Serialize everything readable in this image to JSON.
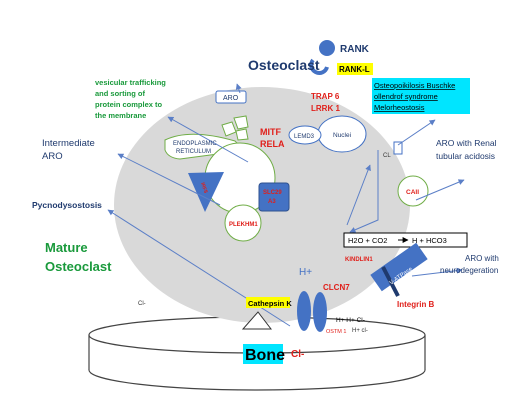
{
  "header": {
    "osteoclast": "Osteoclast",
    "rank": "RANK",
    "rankl": "RANK-L"
  },
  "labels": {
    "vesicular": [
      "vesicular trafficking",
      "and sorting of",
      "protein complex to",
      "the membrane"
    ],
    "intermediate_aro": [
      "Intermediate",
      "ARO"
    ],
    "pycnodysostosis": "Pycnodysostosis",
    "mature_osteoclast": [
      "Mature",
      "Osteoclast"
    ],
    "aro_box": "ARO",
    "trap6": "TRAP 6",
    "lrrk1": "LRRK 1",
    "disease_link": [
      "Osteopoikilosis Buschke",
      "ollendrof syndrome",
      "Melorheostosis"
    ],
    "aro_renal": [
      "ARO with Renal",
      "tubular acidosis"
    ],
    "er": [
      "ENDOPLASMIC",
      "RETICULUM"
    ],
    "mitf": "MITF",
    "rela": "RELA",
    "lemd3": "LEMD3",
    "nuclei": "Nuclei",
    "cl_small": "CL",
    "slc29a3": [
      "SLC29",
      "A3"
    ],
    "plekhm1": "PLEKHM1",
    "er_protein": "IRF8",
    "caii": "CAII",
    "reaction": "H2O + CO2",
    "reaction_product": "H + HCO3",
    "kindlin1": "KINDLIN1",
    "hplus": "H+",
    "clcn7": "CLCN7",
    "vatpase": "V-ATPase",
    "aro_neuro": [
      "ARO with",
      "neurodegeration"
    ],
    "integrin_b": "Integrin B",
    "cathepsin_k": "Cathepsin K",
    "cl_minus_left": "Cl-",
    "ions": "H+ H+ Cl-",
    "ions2": "H+  cl-",
    "ostm1": "OSTM 1",
    "bone": "Bone",
    "cl_minus_bottom": "Cl-"
  },
  "colors": {
    "cell": "#d9d9d9",
    "blue_text": "#1f3a6e",
    "red_text": "#e0201b",
    "green_text": "#1a9a3c",
    "organelle_blue": "#4472c4",
    "yellow": "#ffff00",
    "cyan": "#00e5ff",
    "arrow": "#5b7fc7"
  }
}
